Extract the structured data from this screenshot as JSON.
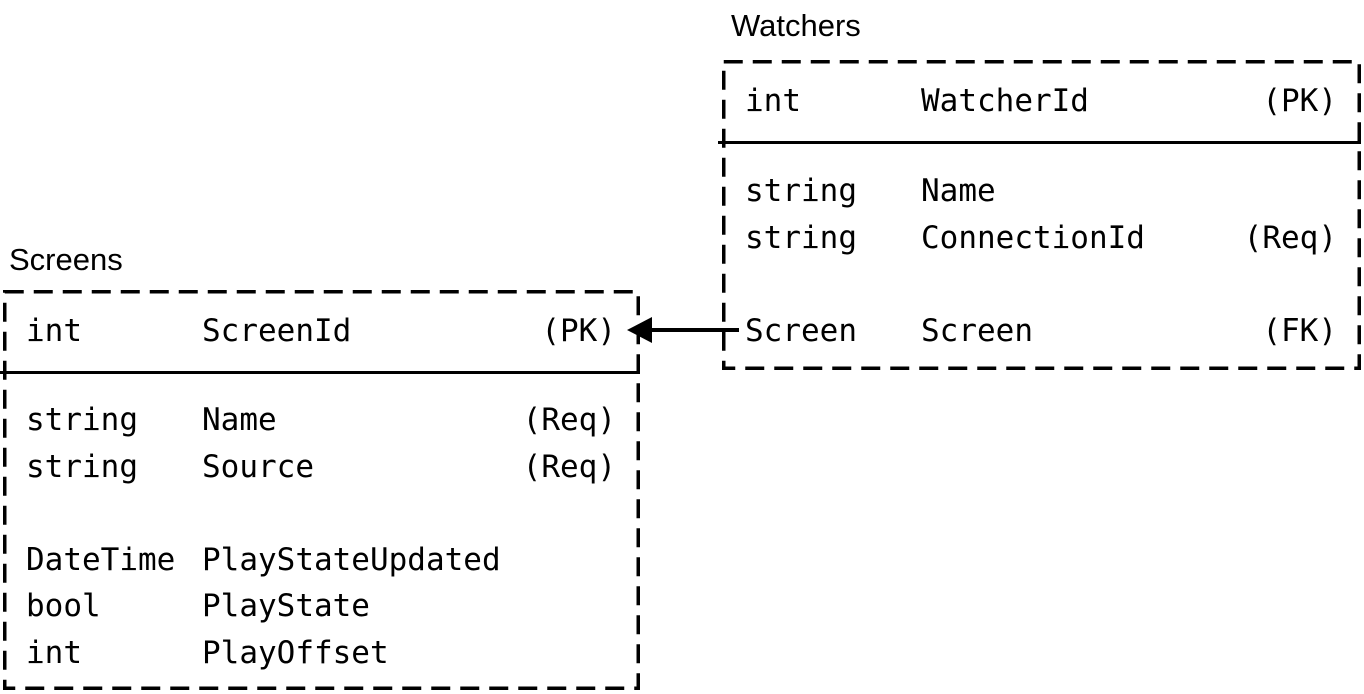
{
  "diagram": {
    "type": "entity-relationship",
    "background_color": "#ffffff",
    "line_color": "#000000",
    "tables": [
      {
        "title": "Watchers",
        "pk_row": {
          "type": "int",
          "name": "WatcherId",
          "constraint": "(PK)"
        },
        "fields": [
          {
            "type": "string",
            "name": "Name",
            "constraint": ""
          },
          {
            "type": "string",
            "name": "ConnectionId",
            "constraint": "(Req)"
          },
          {
            "type": "",
            "name": "",
            "constraint": ""
          },
          {
            "type": "Screen",
            "name": "Screen",
            "constraint": "(FK)"
          }
        ]
      },
      {
        "title": "Screens",
        "pk_row": {
          "type": "int",
          "name": "ScreenId",
          "constraint": "(PK)"
        },
        "fields": [
          {
            "type": "string",
            "name": "Name",
            "constraint": "(Req)"
          },
          {
            "type": "string",
            "name": "Source",
            "constraint": "(Req)"
          },
          {
            "type": "",
            "name": "",
            "constraint": ""
          },
          {
            "type": "DateTime",
            "name": "PlayStateUpdated",
            "constraint": ""
          },
          {
            "type": "bool",
            "name": "PlayState",
            "constraint": ""
          },
          {
            "type": "int",
            "name": "PlayOffset",
            "constraint": ""
          }
        ]
      }
    ],
    "relationship": {
      "from": "Watchers.Screen",
      "to": "Screens.ScreenId",
      "arrow_direction": "left"
    }
  }
}
